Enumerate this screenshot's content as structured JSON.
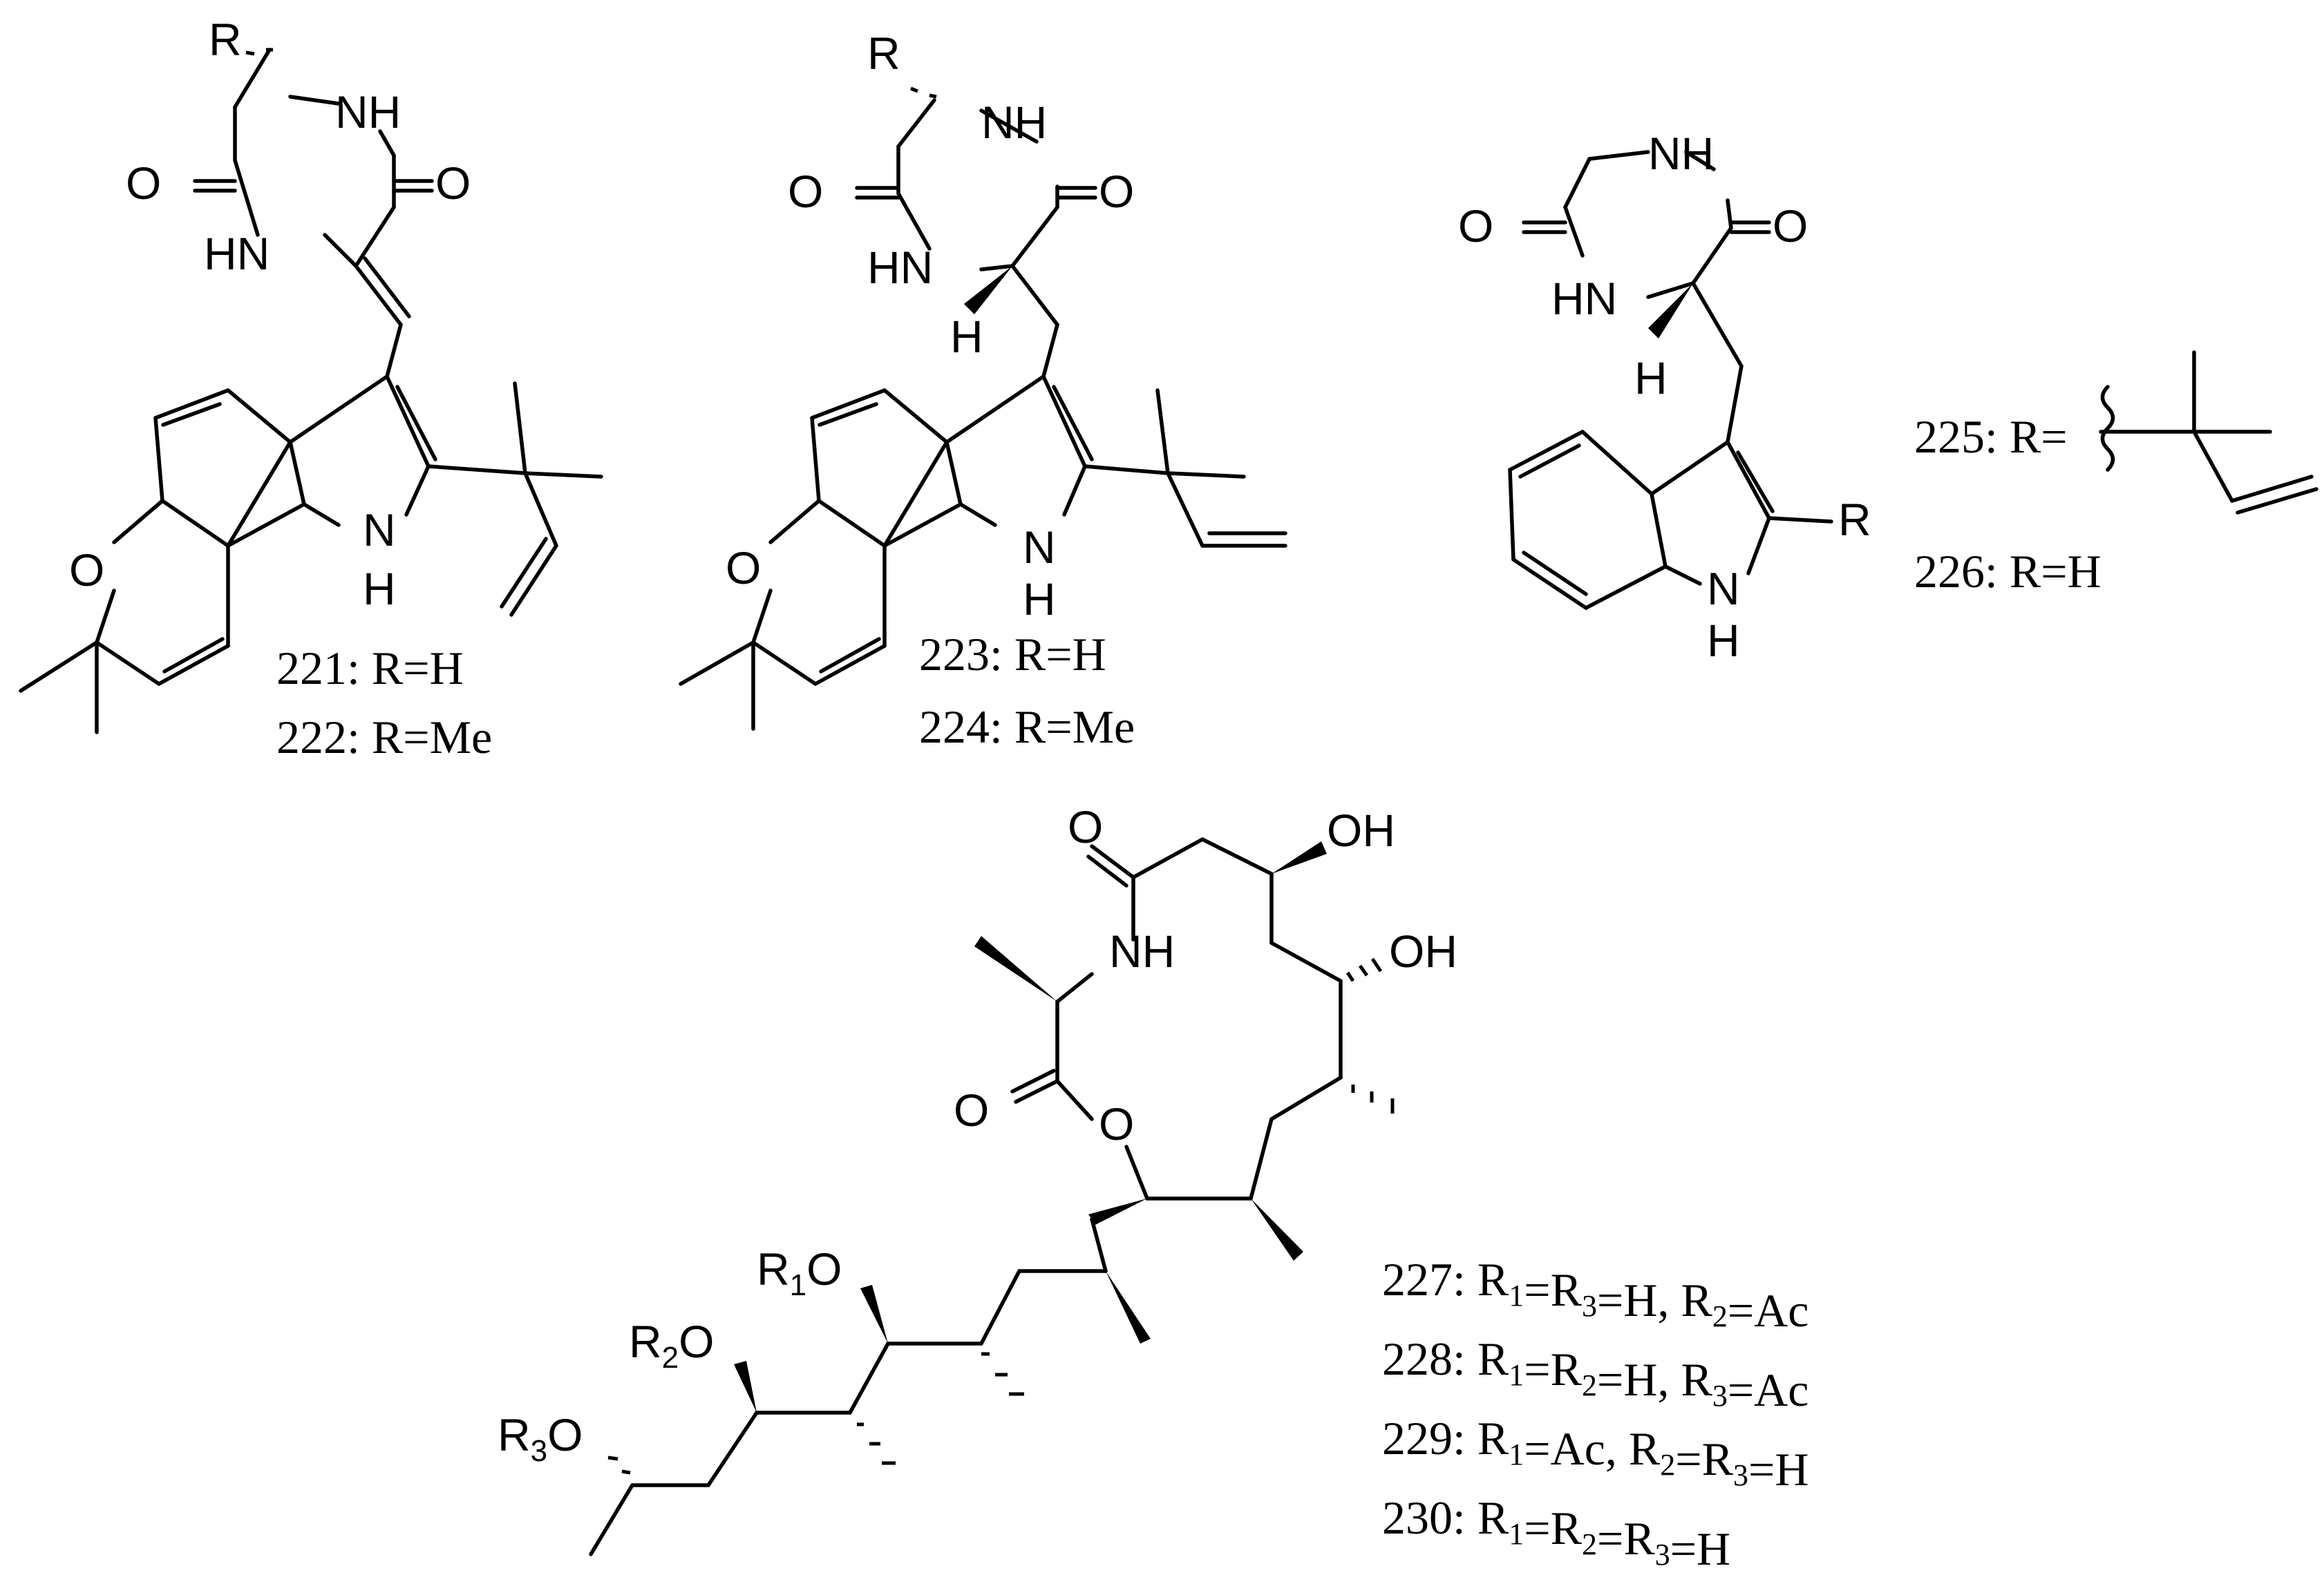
{
  "diagram": {
    "type": "chemical-structures",
    "atoms": {
      "R": "R",
      "NH": "NH",
      "HN": "HN",
      "O": "O",
      "H": "H",
      "N": "N",
      "OH": "OH",
      "R1O": [
        "R",
        "1",
        "O"
      ],
      "R2O": [
        "R",
        "2",
        "O"
      ],
      "R3O": [
        "R",
        "3",
        "O"
      ]
    },
    "compounds": [
      {
        "id": "221-222",
        "labels": [
          "221: R=H",
          "222: R=Me"
        ]
      },
      {
        "id": "223-224",
        "labels": [
          "223: R=H",
          "224: R=Me"
        ]
      },
      {
        "id": "225-226",
        "labels": [
          "225: R=",
          "226: R=H"
        ]
      },
      {
        "id": "227-230",
        "labels": [
          {
            "num": "227: ",
            "parts": [
              [
                "R",
                "1"
              ],
              "=",
              [
                "R",
                "3"
              ],
              "=H, ",
              [
                "R",
                "2"
              ],
              "=Ac"
            ]
          },
          {
            "num": "228: ",
            "parts": [
              [
                "R",
                "1"
              ],
              "=",
              [
                "R",
                "2"
              ],
              "=H, ",
              [
                "R",
                "3"
              ],
              "=Ac"
            ]
          },
          {
            "num": "229: ",
            "parts": [
              [
                "R",
                "1"
              ],
              "=Ac, ",
              [
                "R",
                "2"
              ],
              "=",
              [
                "R",
                "3"
              ],
              "=H"
            ]
          },
          {
            "num": "230: ",
            "parts": [
              [
                "R",
                "1"
              ],
              "=",
              [
                "R",
                "2"
              ],
              "=",
              [
                "R",
                "3"
              ],
              "=H"
            ]
          }
        ]
      }
    ]
  }
}
